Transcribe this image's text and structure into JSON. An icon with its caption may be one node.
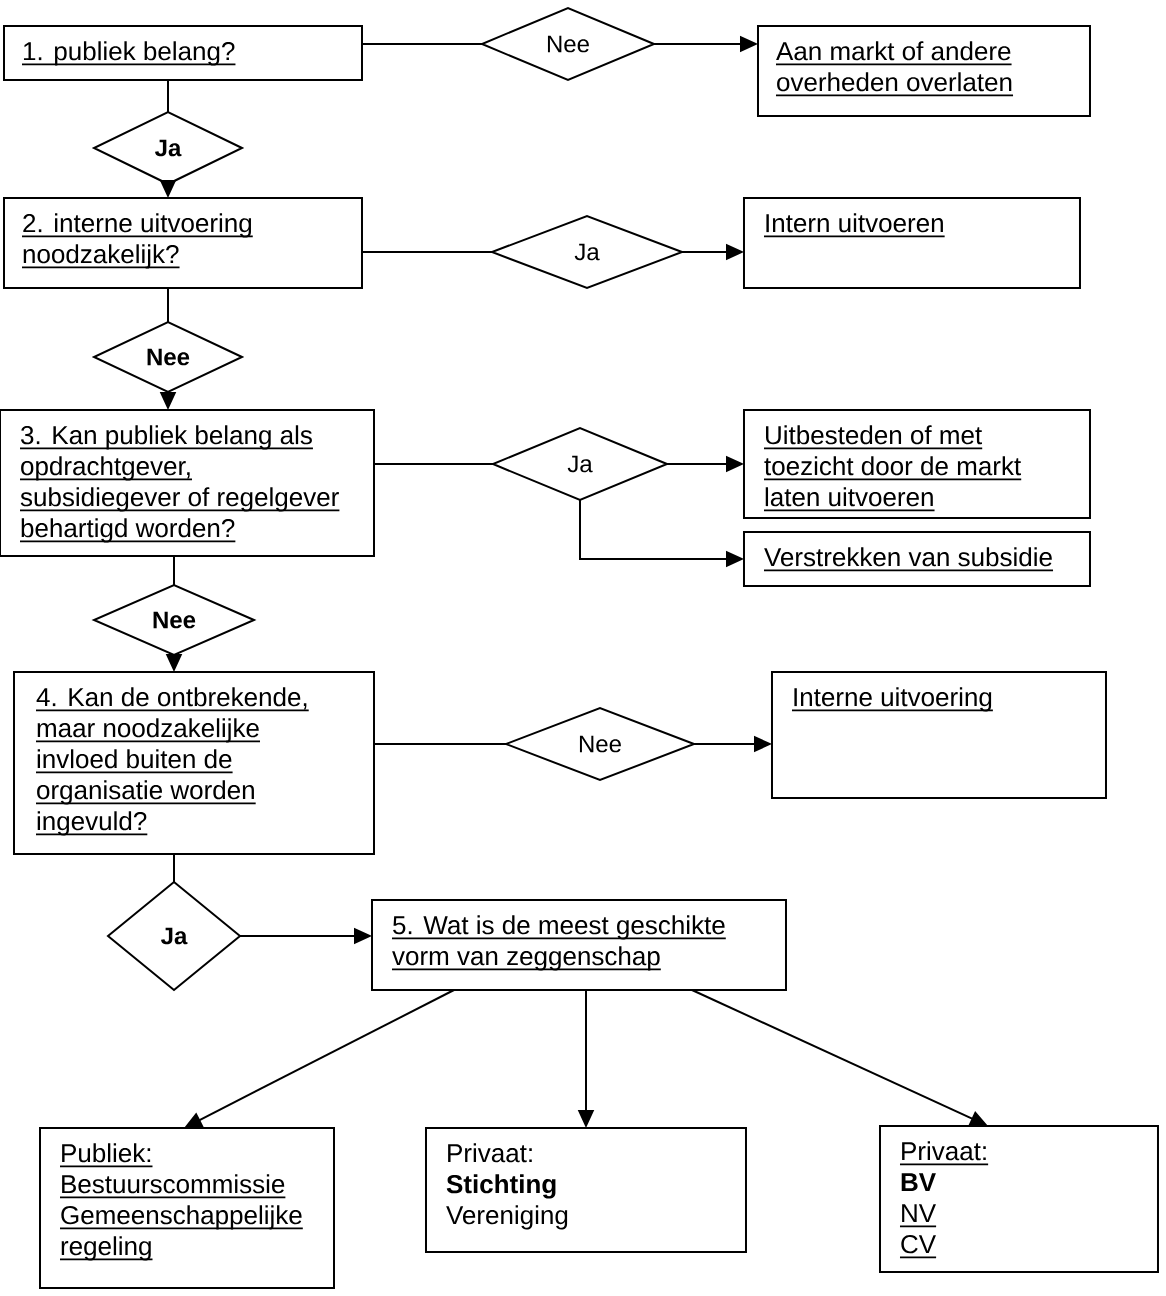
{
  "diagram": {
    "nodes": [
      {
        "text": [
          "1. publiek belang?"
        ]
      },
      {
        "text": [
          "Nee"
        ]
      },
      {
        "text": [
          "Aan markt of andere overheden overlaten"
        ]
      },
      {
        "text": [
          "Ja"
        ]
      },
      {
        "text": [
          "2. interne uitvoering noodzakelijk?"
        ]
      },
      {
        "text": [
          "Ja"
        ]
      },
      {
        "text": [
          "Intern uitvoeren"
        ]
      },
      {
        "text": [
          "Nee"
        ]
      },
      {
        "text": [
          "3. Kan publiek belang als opdrachtgever, subsidiegever of regelgever behartigd worden?"
        ]
      },
      {
        "text": [
          "Ja"
        ]
      },
      {
        "text": [
          "Uitbesteden of met toezicht door de markt laten uitvoeren"
        ]
      },
      {
        "text": [
          "Verstrekken van subsidie"
        ]
      },
      {
        "text": [
          "Nee"
        ]
      },
      {
        "text": [
          "4. Kan de ontbrekende, maar noodzakelijke invloed buiten de organisatie worden ingevuld?"
        ]
      },
      {
        "text": [
          "Nee"
        ]
      },
      {
        "text": [
          "Interne uitvoering"
        ]
      },
      {
        "text": [
          "Ja"
        ]
      },
      {
        "text": [
          "5. Wat is de meest geschikte vorm van zeggenschap"
        ]
      },
      {
        "text": [
          "Publiek:",
          "Bestuurscommissie",
          "Gemeenschappelijke regeling"
        ]
      },
      {
        "text": [
          "Privaat:",
          "**Stichting**",
          "Vereniging"
        ]
      },
      {
        "text": [
          "Privaat:",
          "**BV**",
          "NV",
          "CV"
        ]
      }
    ],
    "edges": [
      {
        "from": 0,
        "to": 1,
        "arrow": "none"
      },
      {
        "from": 1,
        "to": 2,
        "arrow": "to"
      },
      {
        "from": 0,
        "to": 3,
        "arrow": "none"
      },
      {
        "from": 3,
        "to": 4,
        "arrow": "to"
      },
      {
        "from": 4,
        "to": 5,
        "arrow": "none"
      },
      {
        "from": 5,
        "to": 6,
        "arrow": "to"
      },
      {
        "from": 4,
        "to": 7,
        "arrow": "none"
      },
      {
        "from": 7,
        "to": 8,
        "arrow": "to"
      },
      {
        "from": 8,
        "to": 9,
        "arrow": "none"
      },
      {
        "from": 9,
        "to": 10,
        "arrow": "to"
      },
      {
        "from": 9,
        "to": 11,
        "arrow": "to"
      },
      {
        "from": 8,
        "to": 12,
        "arrow": "none"
      },
      {
        "from": 12,
        "to": 13,
        "arrow": "to"
      },
      {
        "from": 13,
        "to": 14,
        "arrow": "none"
      },
      {
        "from": 14,
        "to": 15,
        "arrow": "to"
      },
      {
        "from": 13,
        "to": 16,
        "arrow": "none"
      },
      {
        "from": 16,
        "to": 17,
        "arrow": "to"
      },
      {
        "from": 17,
        "to": 18,
        "arrow": "to"
      },
      {
        "from": 17,
        "to": 19,
        "arrow": "to"
      },
      {
        "from": 17,
        "to": 20,
        "arrow": "to"
      }
    ]
  }
}
